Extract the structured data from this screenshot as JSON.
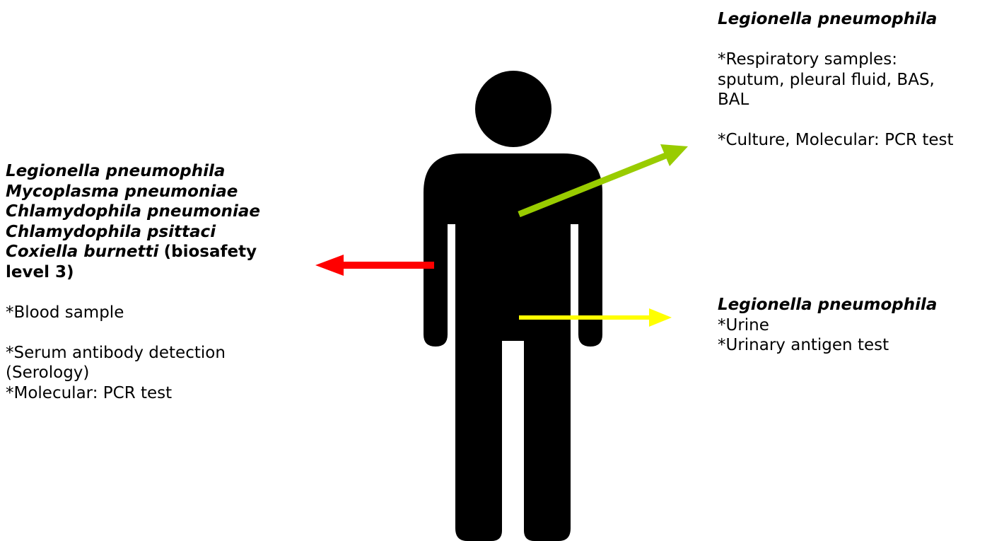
{
  "left": {
    "organisms": [
      {
        "name": "Legionella pneumophila"
      },
      {
        "name": "Mycoplasma pneumoniae"
      },
      {
        "name": "Chlamydophila pneumoniae"
      },
      {
        "name": "Chlamydophila psittaci"
      },
      {
        "name": "Coxiella burnetti",
        "note": "(biosafety level 3)"
      }
    ],
    "sample": "*Blood sample",
    "tests": [
      "*Serum antibody detection (Serology)",
      "*Molecular: PCR test"
    ]
  },
  "right_top": {
    "organism": "Legionella pneumophila",
    "samples": "*Respiratory samples: sputum, pleural fluid, BAS, BAL",
    "tests": "*Culture, Molecular: PCR test"
  },
  "right_bottom": {
    "organism": "Legionella pneumophila",
    "sample": "*Urine",
    "test": "*Urinary antigen test"
  },
  "arrows": {
    "blood_color": "#ff0000",
    "respiratory_color": "#99cc00",
    "urine_color": "#ffff00"
  },
  "figure_color": "#000000"
}
